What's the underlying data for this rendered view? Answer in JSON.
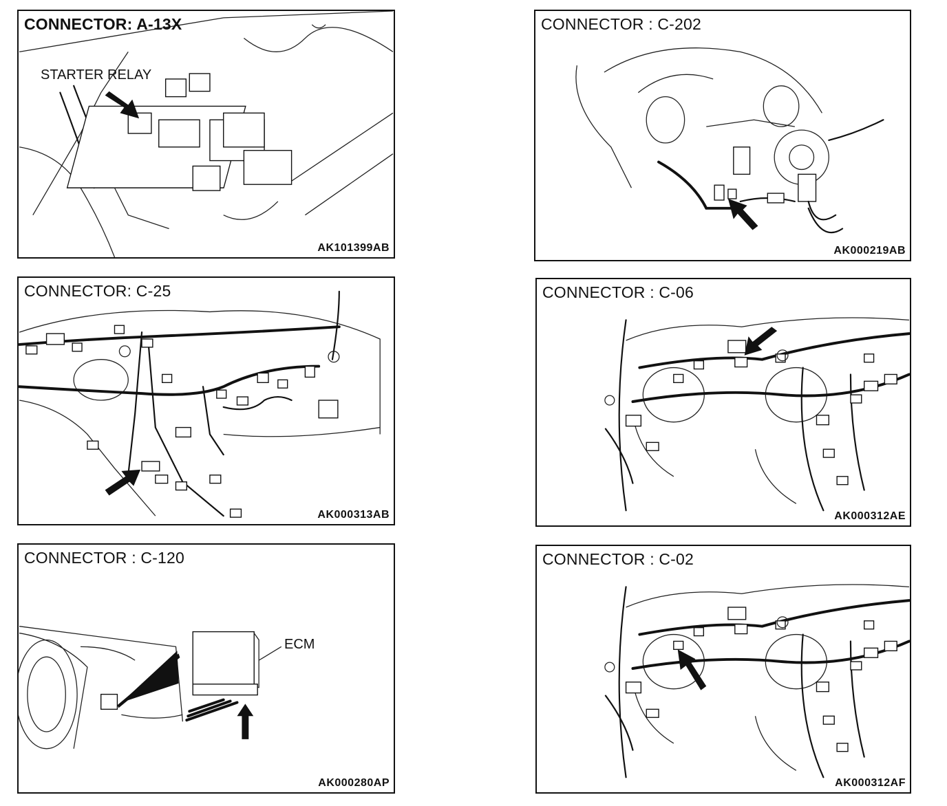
{
  "panels": [
    {
      "title": "CONNECTOR: A-13X",
      "code": "AK101399AB",
      "callout": "STARTER RELAY"
    },
    {
      "title": "CONNECTOR : C-202",
      "code": "AK000219AB"
    },
    {
      "title": "CONNECTOR: C-25",
      "code": "AK000313AB"
    },
    {
      "title": "CONNECTOR : C-06",
      "code": "AK000312AE"
    },
    {
      "title": "CONNECTOR : C-120",
      "code": "AK000280AP",
      "callout": "ECM"
    },
    {
      "title": "CONNECTOR : C-02",
      "code": "AK000312AF"
    }
  ]
}
